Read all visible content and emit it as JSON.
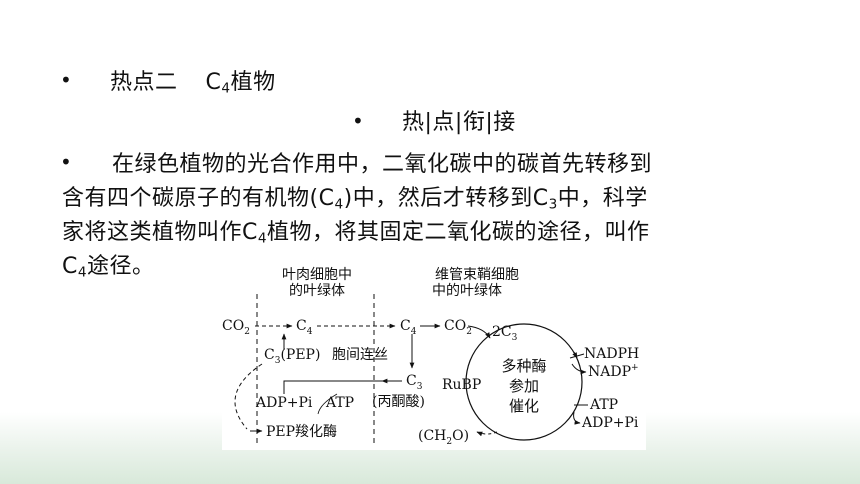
{
  "heading": {
    "bullet": "•",
    "prefix": "热点二",
    "c_letter": "C",
    "sub": "4",
    "suffix": "植物"
  },
  "subheading": {
    "bullet": "•",
    "text": "热|点|衔|接"
  },
  "paragraph": {
    "bullet": "•",
    "line1": "在绿色植物的光合作用中，二氧化碳中的碳首先转移到",
    "line2_a": "含有四个碳原子的有机物(C",
    "line2_sub1": "4",
    "line2_b": ")中，然后才转移到C",
    "line2_sub2": "3",
    "line2_c": "中，科学",
    "line3_a": "家将这类植物叫作C",
    "line3_sub": "4",
    "line3_b": "植物，将其固定二氧化碳的途径，叫作",
    "line4_a": "C",
    "line4_sub": "4",
    "line4_b": "途径。"
  },
  "diagram": {
    "label_mesophyll_1": "叶肉细胞中",
    "label_mesophyll_2": "的叶绿体",
    "label_bundle_1": "维管束鞘细胞",
    "label_bundle_2": "中的叶绿体",
    "co2": "CO",
    "co2_sub": "2",
    "c4": "C",
    "c4_sub": "4",
    "c3": "C",
    "c3_sub": "3",
    "pep": "(PEP)",
    "plasmodesmata": "胞间连丝",
    "two_c3": "2C",
    "pyruvate": "(丙酮酸)",
    "adp_pi": "ADP+Pi",
    "atp": "ATP",
    "pep_enzyme": "PEP羧化酶",
    "rubp": "RuBP",
    "enzyme_1": "多种酶",
    "enzyme_2": "参加",
    "enzyme_3": "催化",
    "nadph": "NADPH",
    "nadp": "NADP",
    "nadp_sup": "+",
    "atp_right": "ATP",
    "adp_pi_right": "ADP+Pi",
    "ch2o": "(CH",
    "ch2o_sub": "2",
    "ch2o_end": "O)"
  }
}
